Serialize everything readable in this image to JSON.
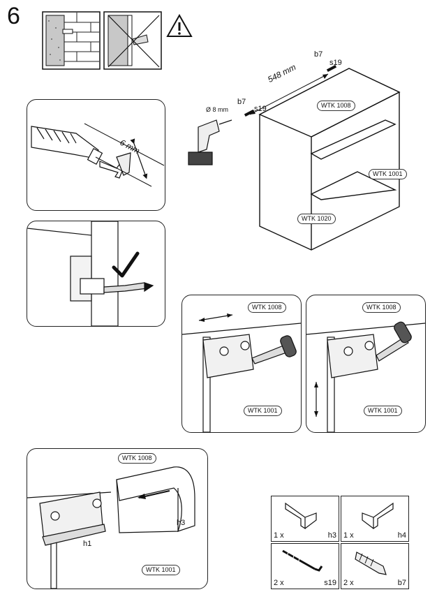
{
  "step": {
    "number": "6"
  },
  "cabinet": {
    "dimension": "548 mm",
    "drill_diameter": "Ø 8 mm",
    "dowel_left": "b7",
    "screw_left": "s19",
    "dowel_right": "b7",
    "screw_right": "s19",
    "label_top": "WTK 1008",
    "label_side": "WTK 1001",
    "label_bottom": "WTK 1020"
  },
  "depth_detail": {
    "depth": "6 mm"
  },
  "adjust_left": {
    "top_label": "WTK 1008",
    "bottom_label": "WTK 1001"
  },
  "adjust_right": {
    "top_label": "WTK 1008",
    "bottom_label": "WTK 1001"
  },
  "cover_detail": {
    "top_label": "WTK 1008",
    "bottom_label": "WTK 1001",
    "part_h1": "h1",
    "part_h3": "h3"
  },
  "parts": [
    {
      "qty": "1 x",
      "code": "h3",
      "icon": "bracket-cover-left-icon"
    },
    {
      "qty": "1 x",
      "code": "h4",
      "icon": "bracket-cover-right-icon"
    },
    {
      "qty": "2 x",
      "code": "s19",
      "icon": "screw-hook-icon"
    },
    {
      "qty": "2 x",
      "code": "b7",
      "icon": "wall-plug-icon"
    }
  ]
}
